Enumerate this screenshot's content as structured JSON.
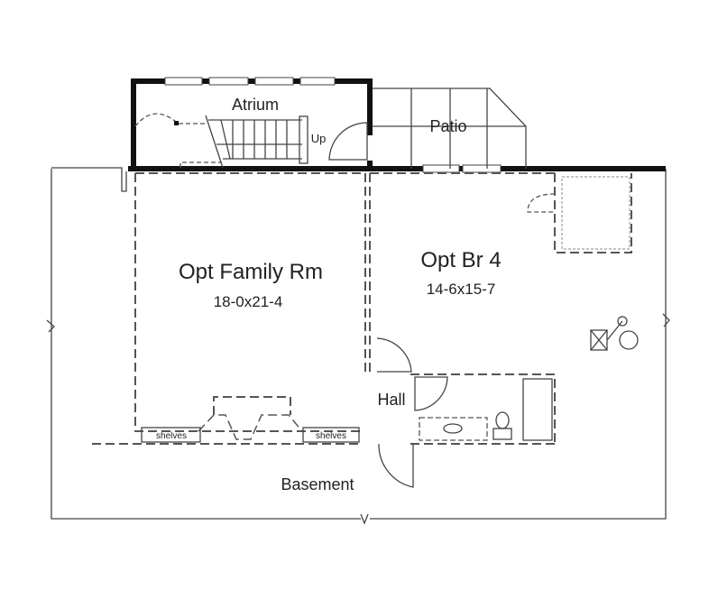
{
  "plan": {
    "rooms": {
      "atrium": "Atrium",
      "patio": "Patio",
      "stairs_up": "Up",
      "family_room": "Opt Family Rm",
      "family_room_size": "18-0x21-4",
      "bedroom": "Opt Br 4",
      "bedroom_size": "14-6x15-7",
      "hall": "Hall",
      "basement": "Basement",
      "shelves_left": "shelves",
      "shelves_right": "shelves"
    },
    "colors": {
      "wall": "#111111",
      "line": "#555555",
      "background": "#ffffff"
    }
  }
}
